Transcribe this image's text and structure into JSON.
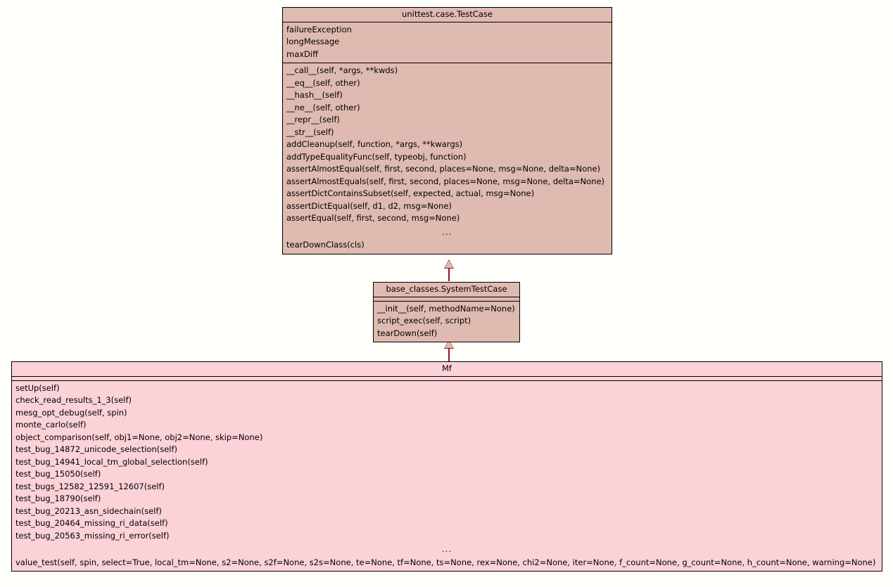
{
  "diagram": {
    "type": "uml-class-diagram",
    "background_color": "#fffffc",
    "classes": [
      {
        "id": "testcase",
        "name": "unittest.case.TestCase",
        "fill_color": "#debab0",
        "attributes": [
          "failureException",
          "longMessage",
          "maxDiff"
        ],
        "methods": [
          "__call__(self, *args, **kwds)",
          "__eq__(self, other)",
          "__hash__(self)",
          "__ne__(self, other)",
          "__repr__(self)",
          "__str__(self)",
          "addCleanup(self, function, *args, **kwargs)",
          "addTypeEqualityFunc(self, typeobj, function)",
          "assertAlmostEqual(self, first, second, places=None, msg=None, delta=None)",
          "assertAlmostEquals(self, first, second, places=None, msg=None, delta=None)",
          "assertDictContainsSubset(self, expected, actual, msg=None)",
          "assertDictEqual(self, d1, d2, msg=None)",
          "assertEqual(self, first, second, msg=None)",
          "...",
          "tearDownClass(cls)"
        ]
      },
      {
        "id": "systemtestcase",
        "name": "base_classes.SystemTestCase",
        "fill_color": "#debab0",
        "attributes": [],
        "methods": [
          "__init__(self, methodName=None)",
          "script_exec(self, script)",
          "tearDown(self)"
        ]
      },
      {
        "id": "mf",
        "name": "Mf",
        "fill_color": "#fbd2d8",
        "attributes": [],
        "methods": [
          "setUp(self)",
          "check_read_results_1_3(self)",
          "mesg_opt_debug(self, spin)",
          "monte_carlo(self)",
          "object_comparison(self, obj1=None, obj2=None, skip=None)",
          "test_bug_14872_unicode_selection(self)",
          "test_bug_14941_local_tm_global_selection(self)",
          "test_bug_15050(self)",
          "test_bugs_12582_12591_12607(self)",
          "test_bug_18790(self)",
          "test_bug_20213_asn_sidechain(self)",
          "test_bug_20464_missing_ri_data(self)",
          "test_bug_20563_missing_ri_error(self)",
          "...",
          "value_test(self, spin, select=True, local_tm=None, s2=None, s2f=None, s2s=None, te=None, tf=None, ts=None, rex=None, chi2=None, iter=None, f_count=None, g_count=None, h_count=None, warning=None)"
        ]
      }
    ],
    "relationships": [
      {
        "type": "generalization",
        "from": "systemtestcase",
        "to": "testcase",
        "line_color": "#8b1a1a"
      },
      {
        "type": "generalization",
        "from": "mf",
        "to": "systemtestcase",
        "line_color": "#8b1a1a"
      }
    ]
  }
}
